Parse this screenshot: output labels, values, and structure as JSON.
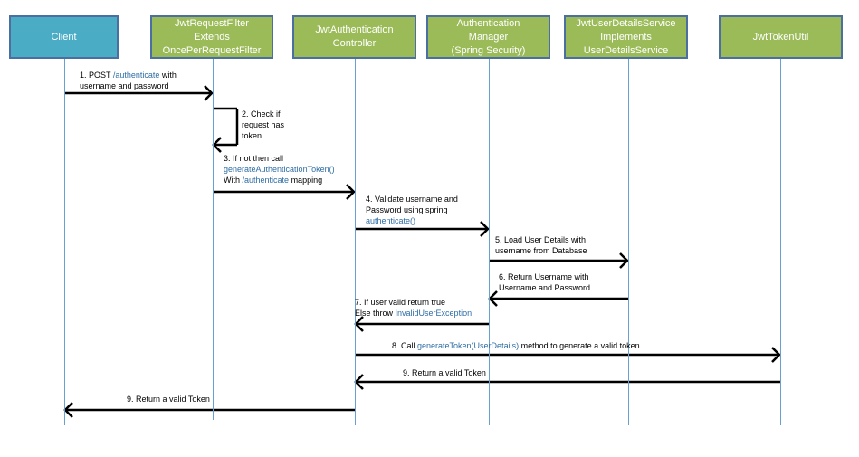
{
  "participants": [
    {
      "id": "client",
      "lines": [
        "Client"
      ],
      "style": "client"
    },
    {
      "id": "filter",
      "lines": [
        "JwtRequestFilter",
        "Extends",
        "OncePerRequestFilter"
      ],
      "style": "green"
    },
    {
      "id": "controller",
      "lines": [
        "JwtAuthentication",
        "Controller"
      ],
      "style": "green"
    },
    {
      "id": "manager",
      "lines": [
        "Authentication",
        "Manager",
        "(Spring Security)"
      ],
      "style": "green"
    },
    {
      "id": "uds",
      "lines": [
        "JwtUserDetailsService",
        "Implements",
        "UserDetailsService"
      ],
      "style": "green"
    },
    {
      "id": "util",
      "lines": [
        "JwtTokenUtil"
      ],
      "style": "green"
    }
  ],
  "messages": [
    {
      "id": "msg-1",
      "from": "client",
      "to": "filter",
      "lines": [
        [
          {
            "t": "1.   POST "
          },
          {
            "t": "/authenticate",
            "code": true
          },
          {
            "t": " with"
          }
        ],
        [
          {
            "t": "username and password"
          }
        ]
      ]
    },
    {
      "id": "msg-2",
      "from": "filter",
      "to": "filter",
      "lines": [
        [
          {
            "t": "2. Check if"
          }
        ],
        [
          {
            "t": "request has"
          }
        ],
        [
          {
            "t": "token"
          }
        ]
      ]
    },
    {
      "id": "msg-3",
      "from": "filter",
      "to": "controller",
      "lines": [
        [
          {
            "t": "3. If not then call"
          }
        ],
        [
          {
            "t": "generateAuthenticationToken()",
            "code": true
          }
        ],
        [
          {
            "t": "With "
          },
          {
            "t": "/authenticate",
            "code": true
          },
          {
            "t": " mapping"
          }
        ]
      ]
    },
    {
      "id": "msg-4",
      "from": "controller",
      "to": "manager",
      "lines": [
        [
          {
            "t": "4.  Validate username and"
          }
        ],
        [
          {
            "t": "Password using spring"
          }
        ],
        [
          {
            "t": "authenticate()",
            "code": true
          }
        ]
      ]
    },
    {
      "id": "msg-5",
      "from": "manager",
      "to": "uds",
      "lines": [
        [
          {
            "t": "5.  Load User Details with"
          }
        ],
        [
          {
            "t": "username from  Database"
          }
        ]
      ]
    },
    {
      "id": "msg-6",
      "from": "uds",
      "to": "manager",
      "lines": [
        [
          {
            "t": "6.    Return Username with"
          }
        ],
        [
          {
            "t": "Username and Password"
          }
        ]
      ]
    },
    {
      "id": "msg-7",
      "from": "manager",
      "to": "controller",
      "lines": [
        [
          {
            "t": "7. If user valid return true"
          }
        ],
        [
          {
            "t": "Else throw "
          },
          {
            "t": "InvalidUserException",
            "code": true
          }
        ]
      ]
    },
    {
      "id": "msg-8",
      "from": "controller",
      "to": "util",
      "lines": [
        [
          {
            "t": "8. Call "
          },
          {
            "t": "generateToken(UserDetails)",
            "code": true
          },
          {
            "t": " method to generate a valid token"
          }
        ]
      ]
    },
    {
      "id": "msg-9a",
      "from": "util",
      "to": "controller",
      "lines": [
        [
          {
            "t": "9. Return a valid Token"
          }
        ]
      ]
    },
    {
      "id": "msg-9b",
      "from": "controller",
      "to": "client",
      "lines": [
        [
          {
            "t": "9. Return a valid Token"
          }
        ]
      ]
    }
  ],
  "colors": {
    "client_fill": "#4bacc6",
    "participant_fill": "#9bbb59",
    "participant_border": "#4a6fa0",
    "lifeline": "#6a9fd4",
    "arrow": "#000000",
    "code_text": "#2e6da4"
  }
}
